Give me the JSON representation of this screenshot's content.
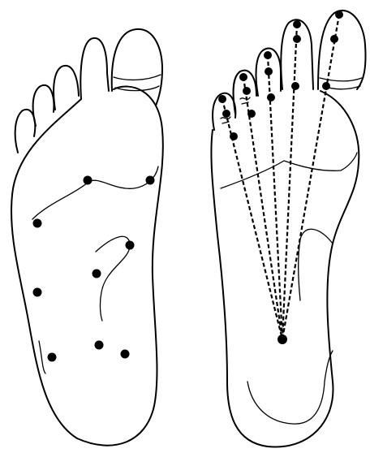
{
  "figure": {
    "left_foot": {
      "points": [
        {
          "id": "arch-top-1"
        },
        {
          "id": "arch-top-2"
        },
        {
          "id": "lateral-mid"
        },
        {
          "id": "center-mid"
        },
        {
          "id": "medial-mid"
        },
        {
          "id": "lateral-low"
        },
        {
          "id": "heel-left"
        },
        {
          "id": "heel-center"
        },
        {
          "id": "heel-right"
        }
      ]
    },
    "right_foot": {
      "convergence_point": "heel-center",
      "rays": [
        {
          "toe": "little-toe"
        },
        {
          "toe": "fourth-toe"
        },
        {
          "toe": "third-toe"
        },
        {
          "toe": "second-toe"
        },
        {
          "toe": "big-toe"
        }
      ]
    },
    "colors": {
      "ink": "#000000",
      "paper": "#ffffff"
    }
  }
}
